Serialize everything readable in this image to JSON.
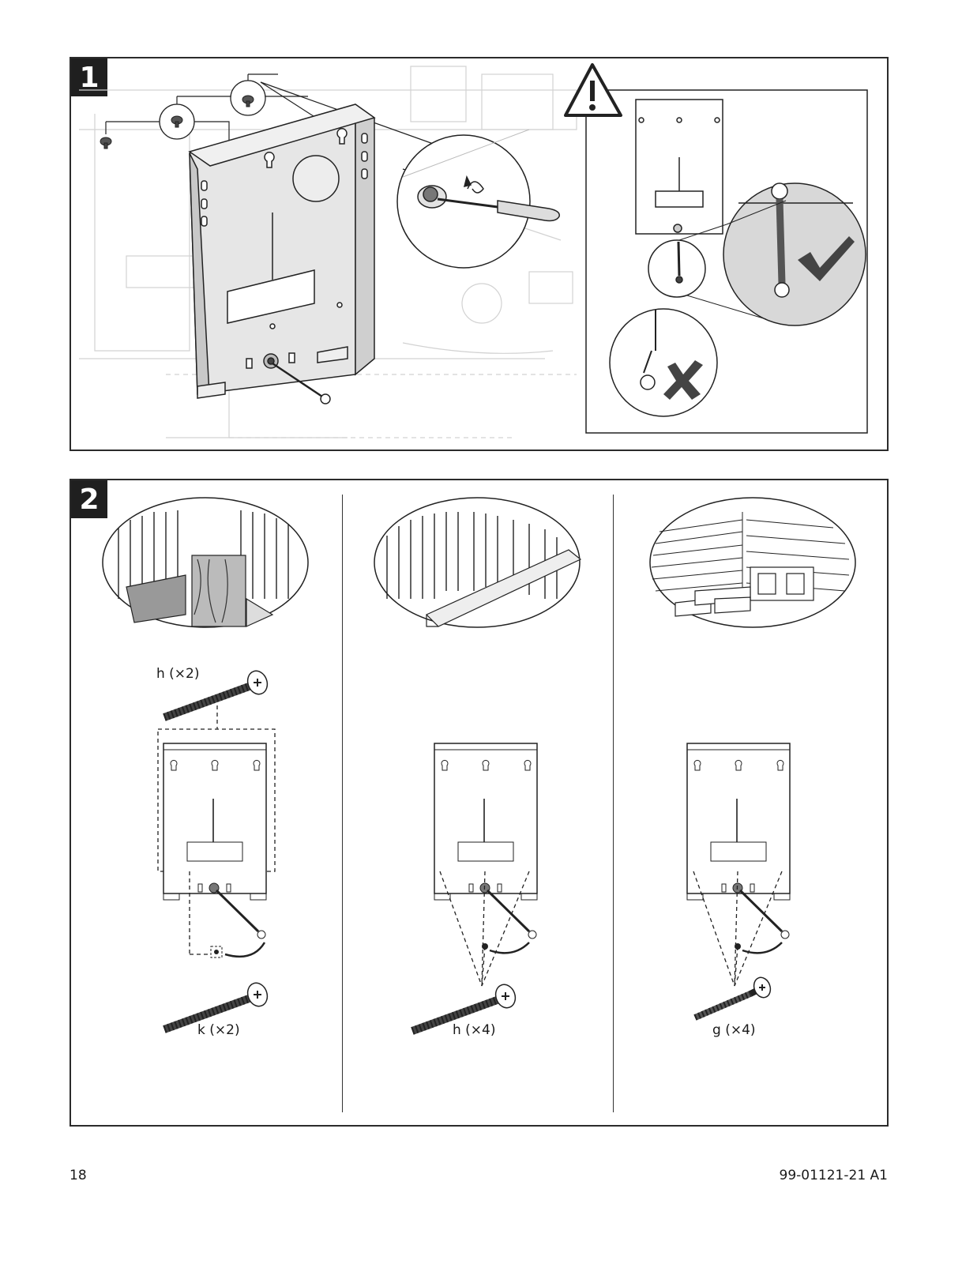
{
  "steps": [
    {
      "number": "1"
    },
    {
      "number": "2"
    }
  ],
  "step1": {
    "warning_icon": "warning-triangle-icon",
    "correct_icon": "check-mark-icon",
    "incorrect_icon": "x-mark-icon"
  },
  "step2": {
    "columns": [
      {
        "surface": "wood-stud",
        "top_screw_label": "h (×2)",
        "bottom_screw_label": "k (×2)"
      },
      {
        "surface": "metal-stud",
        "bottom_screw_label": "h (×4)"
      },
      {
        "surface": "brick-concrete",
        "bottom_screw_label": "g (×4)"
      }
    ]
  },
  "footer": {
    "page_number": "18",
    "doc_code": "99-01121-21 A1"
  }
}
